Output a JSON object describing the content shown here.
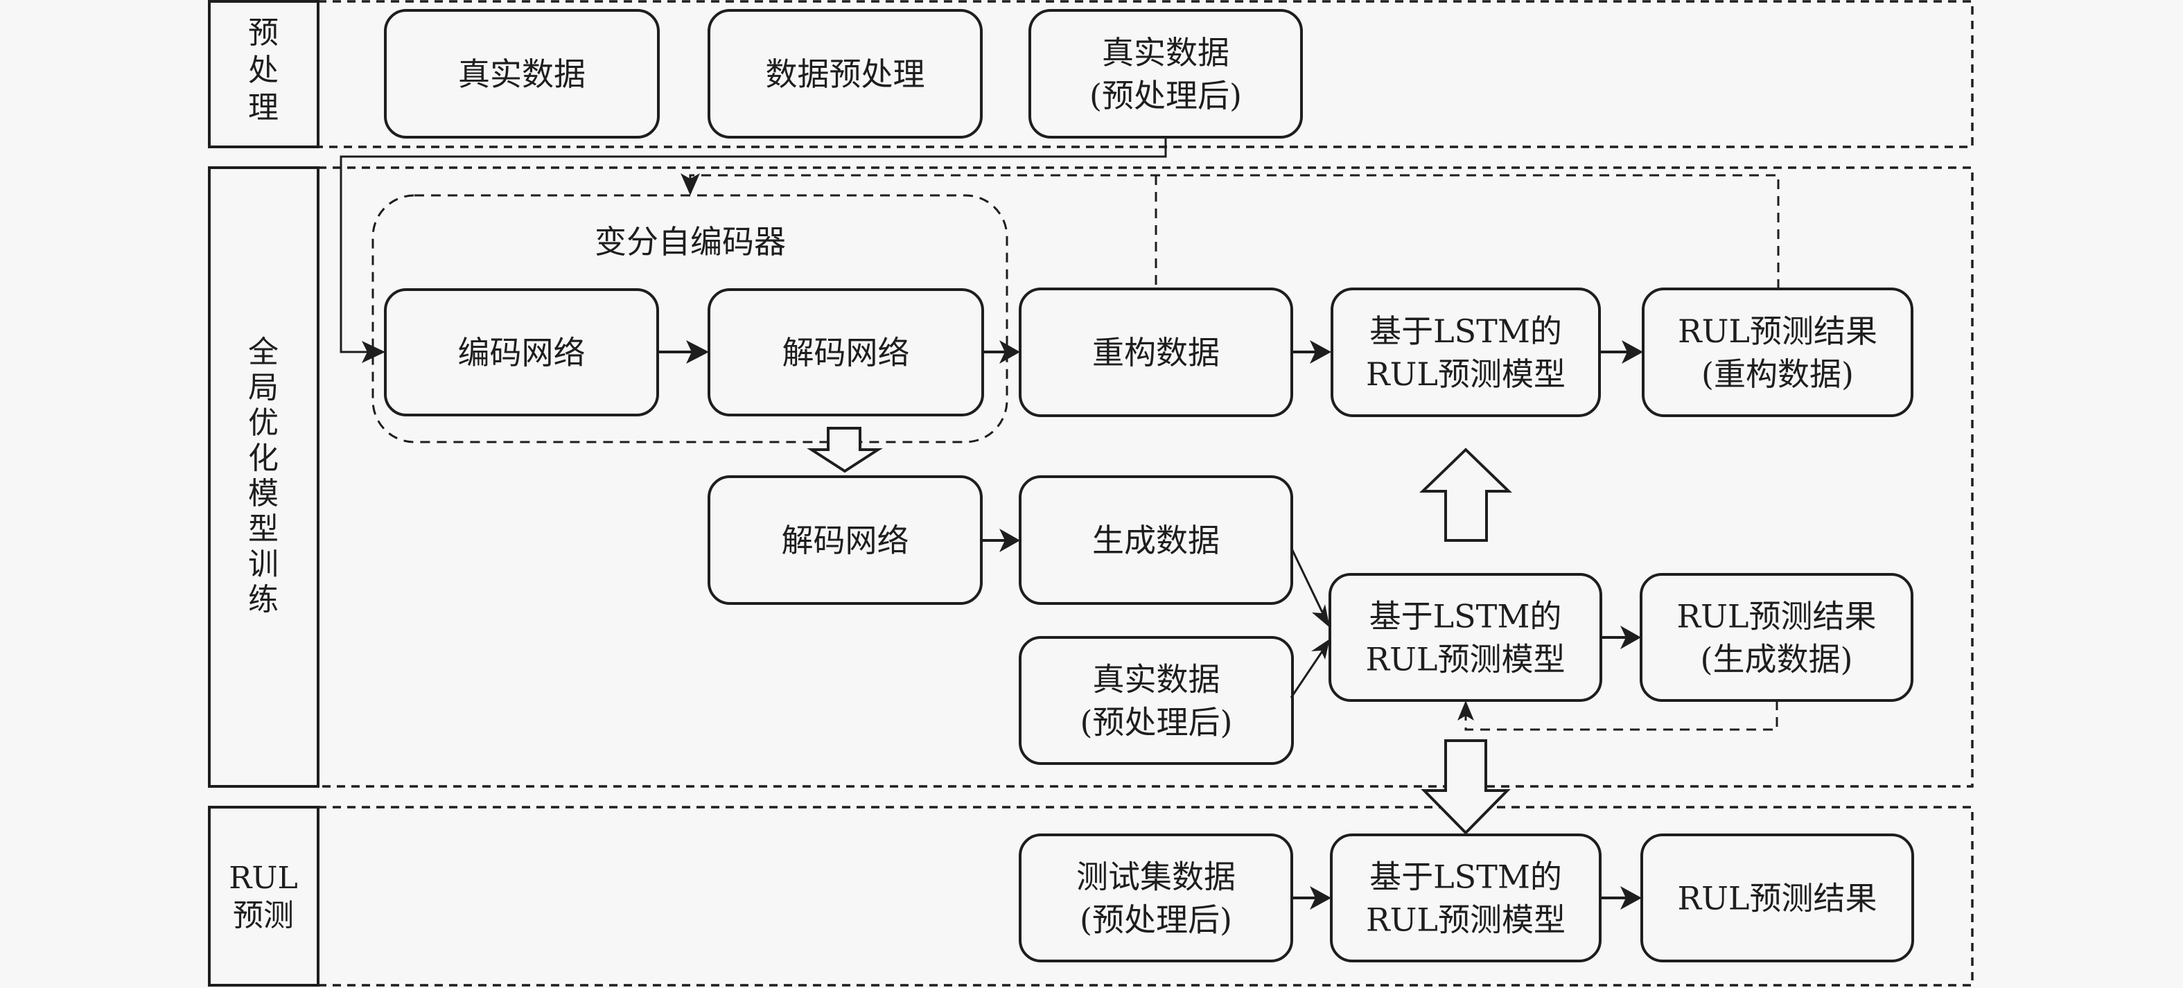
{
  "sections": {
    "preprocess": {
      "label_lines": [
        "预",
        "处",
        "理"
      ]
    },
    "training": {
      "label_lines": [
        "全",
        "局",
        "优",
        "化",
        "模",
        "型",
        "训",
        "练"
      ]
    },
    "prediction": {
      "label_lines": [
        "RUL",
        "预测"
      ]
    }
  },
  "vae": {
    "label": "变分自编码器"
  },
  "nodes": {
    "real_data": {
      "lines": [
        "真实数据"
      ]
    },
    "data_preprocess": {
      "lines": [
        "数据预处理"
      ]
    },
    "real_data_pre_top": {
      "lines": [
        "真实数据",
        "(预处理后)"
      ]
    },
    "encoder": {
      "lines": [
        "编码网络"
      ]
    },
    "decoder": {
      "lines": [
        "解码网络"
      ]
    },
    "recon_data": {
      "lines": [
        "重构数据"
      ]
    },
    "lstm_recon": {
      "lines": [
        "基于LSTM的",
        "RUL预测模型"
      ]
    },
    "result_recon": {
      "lines": [
        "RUL预测结果",
        "(重构数据)"
      ]
    },
    "decoder_gen": {
      "lines": [
        "解码网络"
      ]
    },
    "gen_data": {
      "lines": [
        "生成数据"
      ]
    },
    "real_data_pre_mid": {
      "lines": [
        "真实数据",
        "(预处理后)"
      ]
    },
    "lstm_gen": {
      "lines": [
        "基于LSTM的",
        "RUL预测模型"
      ]
    },
    "result_gen": {
      "lines": [
        "RUL预测结果",
        "(生成数据)"
      ]
    },
    "test_data": {
      "lines": [
        "测试集数据",
        "(预处理后)"
      ]
    },
    "lstm_test": {
      "lines": [
        "基于LSTM的",
        "RUL预测模型"
      ]
    },
    "result_test": {
      "lines": [
        "RUL预测结果"
      ]
    }
  },
  "colors": {
    "stroke": "#1e1e1e",
    "background": "#f7f7f7"
  }
}
